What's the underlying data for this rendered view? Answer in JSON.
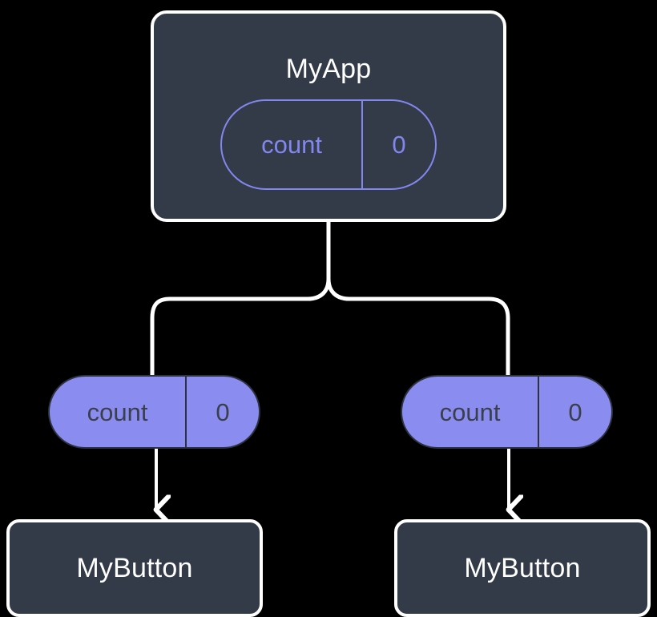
{
  "diagram": {
    "type": "component-state-tree",
    "background_color": "#000000",
    "palette": {
      "box_fill": "#333a48",
      "box_border": "#ffffff",
      "box_text": "#ffffff",
      "pill_fill": "#8b8cf0",
      "pill_outline": "#8287ee",
      "pill_text_dark": "#3a3f4c",
      "edge_color": "#ffffff"
    },
    "root": {
      "name": "MyApp",
      "state_pill": {
        "key": "count",
        "value": "0",
        "style": "outlined"
      }
    },
    "children": [
      {
        "name": "MyButton",
        "state_pill": {
          "key": "count",
          "value": "0",
          "style": "filled"
        }
      },
      {
        "name": "MyButton",
        "state_pill": {
          "key": "count",
          "value": "0",
          "style": "filled"
        }
      }
    ],
    "edges": {
      "fork_label": "",
      "arrow_label": ""
    }
  }
}
